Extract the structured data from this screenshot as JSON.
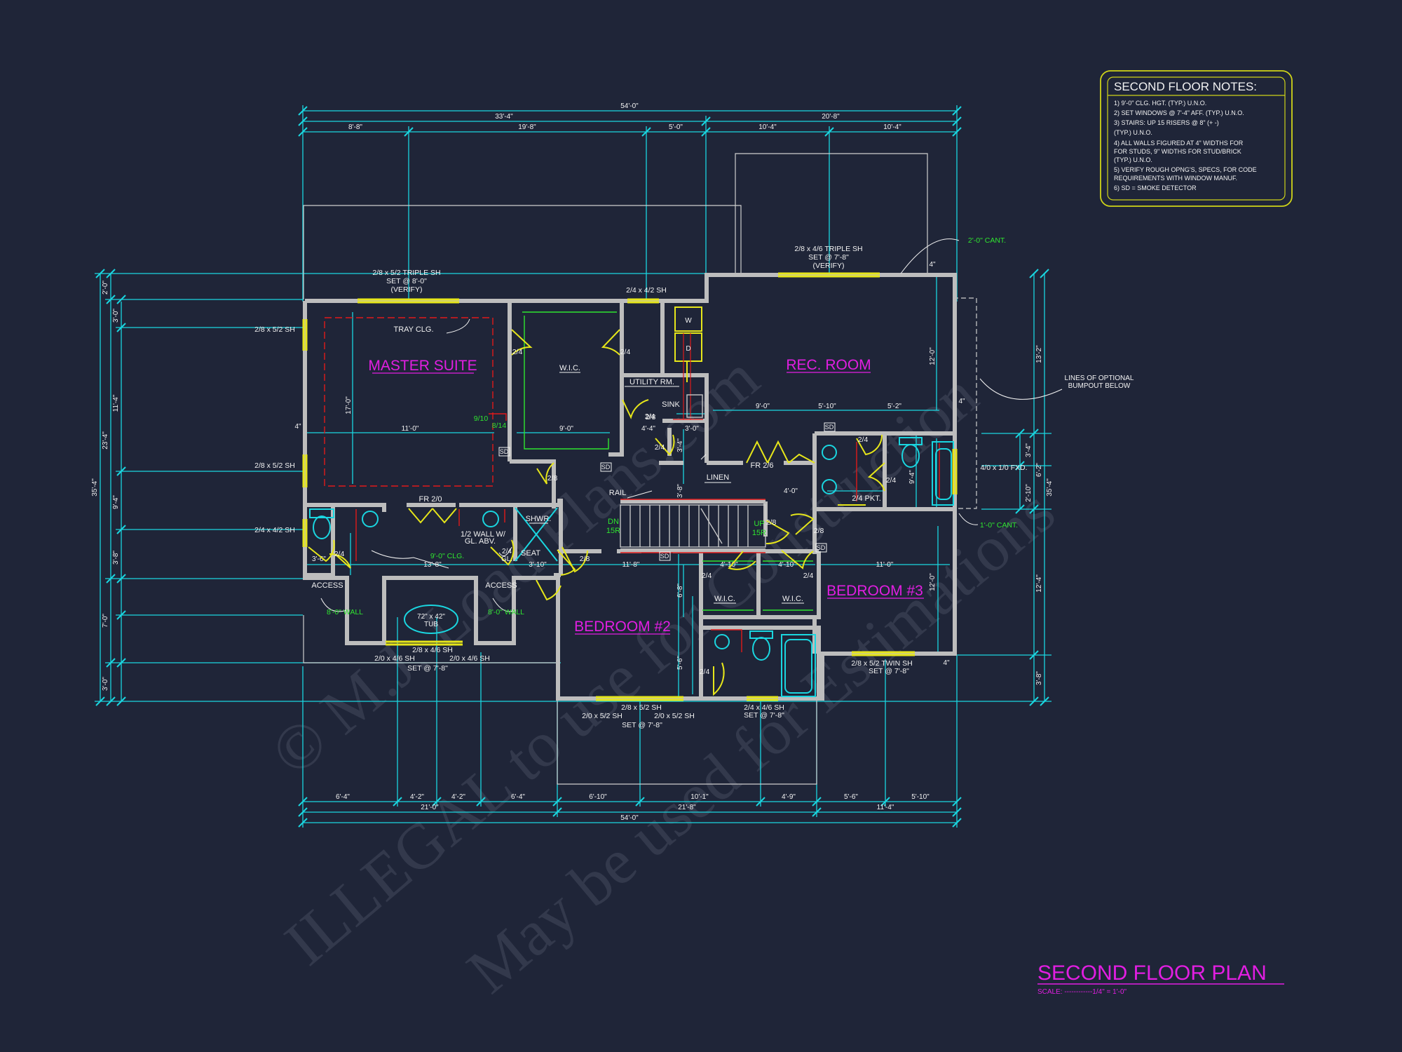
{
  "colors": {
    "background": "#1f2538",
    "dimension": "#1ad6e0",
    "wall": "#c8c8c8",
    "door": "#e6e61a",
    "room_label": "#e21ee2",
    "green_note": "#2fe52f",
    "red": "#e01a1a",
    "text": "#f2f2f2",
    "notes_border": "#cfd419"
  },
  "notes": {
    "title": "SECOND FLOOR NOTES:",
    "lines": [
      "1) 9'-0\" CLG. HGT. (TYP.) U.N.O.",
      "2) SET WINDOWS @ 7'-4\" AFF. (TYP.) U.N.O.",
      "3) STAIRS: UP 15 RISERS @ 8\" (+ -)",
      "   (TYP.) U.N.O.",
      "4) ALL WALLS FIGURED AT 4\" WIDTHS FOR",
      "   FOR STUDS, 9\" WIDTHS FOR STUD/BRICK",
      "   (TYP.) U.N.O.",
      "5) VERIFY ROUGH OPNG'S, SPECS, FOR CODE",
      "   REQUIREMENTS WITH WINDOW MANUF.",
      "6) SD = SMOKE DETECTOR"
    ]
  },
  "title": {
    "main": "SECOND FLOOR PLAN",
    "scale": "SCALE: ------------1/4\" = 1'-0\""
  },
  "rooms": {
    "master": "MASTER SUITE",
    "rec": "REC. ROOM",
    "bed2": "BEDROOM #2",
    "bed3": "BEDROOM #3"
  },
  "labels": {
    "wic1": "W.I.C.",
    "wic2": "W.I.C.",
    "wic3": "W.I.C.",
    "utility": "UTILITY RM.",
    "sink": "SINK",
    "linen": "LINEN",
    "tray": "TRAY CLG.",
    "rail": "RAIL",
    "fr20": "FR 2/0",
    "fr26": "FR 2/6",
    "halfwall1": "1/2 WALL W/",
    "halfwall2": "GL. ABV.",
    "shwr": "SHWR.",
    "seat": "SEAT",
    "access1": "ACCESS",
    "access2": "ACCESS",
    "tub1": "72\" x 42\"",
    "tub2": "TUB",
    "dn": "DN",
    "dn15": "15R",
    "up": "UP",
    "up15": "15R",
    "pkt": "2/4 PKT.",
    "bumpout1": "LINES OF OPTIONAL",
    "bumpout2": "BUMPOUT BELOW",
    "w": "W",
    "d": "D",
    "gl24": "2/4",
    "gl": "GL."
  },
  "green": {
    "cant2": "2'-0\" CANT.",
    "cant1": "1'-0\" CANT.",
    "wall8a": "8'-0\" WALL",
    "wall8b": "8'-0\" WALL",
    "clg9": "9'-0\" CLG.",
    "v910": "9/10",
    "v814": "8/14"
  },
  "windows": {
    "w1a": "2/8 x 5/2 TRIPLE SH",
    "w1b": "SET @ 8'-0\"",
    "w1c": "(VERIFY)",
    "w2": "2/4 x 4/2 SH",
    "w3a": "2/8 x 4/6 TRIPLE SH",
    "w3b": "SET @ 7'-8\"",
    "w3c": "(VERIFY)",
    "w4": "2/8 x 5/2 SH",
    "w5": "2/8 x 5/2 SH",
    "w6": "2/4 x 4/2 SH",
    "w7": "4/0 x 1/0 FXD.",
    "w8a": "2/8 x 4/6 SH",
    "w8b": "2/0 x 4/6 SH",
    "w8c": "2/0 x 4/6 SH",
    "w8d": "SET @ 7'-8\"",
    "w9a": "2/8 x 5/2 SH",
    "w9b": "2/0 x 5/2 SH",
    "w9c": "2/0 x 5/2 SH",
    "w9d": "SET @ 7'-8\"",
    "w10a": "2/4 x 4/6 SH",
    "w10b": "SET @ 7'-8\"",
    "w11a": "2/8 x 5/2 TWIN SH",
    "w11b": "SET @ 7'-8\""
  },
  "doors": [
    "2/4",
    "2/4",
    "2/8",
    "2/4",
    "2/8",
    "2/4",
    "2/4",
    "2/8",
    "2/8",
    "2/4",
    "2/4",
    "2/4",
    "2/4",
    "2/8",
    "2/4"
  ],
  "dims": {
    "top_total": "54'-0\"",
    "top_a": "33'-4\"",
    "top_b": "20'-8\"",
    "top_c": [
      "8'-8\"",
      "19'-8\"",
      "5'-0\"",
      "10'-4\"",
      "10'-4\""
    ],
    "bot_c": [
      "6'-4\"",
      "4'-2\"",
      "4'-2\"",
      "6'-4\"",
      "6'-10\"",
      "10'-1\"",
      "4'-9\"",
      "5'-6\"",
      "5'-10\""
    ],
    "bot_a": "21'-0\"",
    "bot_b": "21'-8\"",
    "bot_d": "11'-4\"",
    "bot_total": "54'-0\"",
    "left_total": "35'-4\"",
    "left_a": [
      "2'-0\"",
      "3'-0\"",
      "11'-4\"",
      "23'-4\"",
      "9'-4\"",
      "3'-8\"",
      "7'-0\"",
      "3'-0\""
    ],
    "right_total": "35'-4\"",
    "right_a": [
      "13'-2\"",
      "3'-4\"",
      "6'-2\"",
      "2'-10\"",
      "12'-4\"",
      "3'-8\""
    ],
    "inner": [
      "17'-0\"",
      "11'-0\"",
      "9'-0\"",
      "9'-0\"",
      "5'-10\"",
      "5'-2\"",
      "4'-4\"",
      "3'-0\"",
      "4'-0\"",
      "13'-8\"",
      "3'-10\"",
      "11'-8\"",
      "4'-10\"",
      "4'-10\"",
      "11'-0\"",
      "12'-0\"",
      "12'-0\"",
      "5'-6\"",
      "6'-8\"",
      "3'-6\"",
      "3'-8\"",
      "3'-4\"",
      "9'-4\"",
      "4\"",
      "4\"",
      "4\"",
      "4\""
    ],
    "sd": [
      "SD",
      "SD",
      "SD",
      "SD",
      "SD"
    ]
  },
  "watermark": {
    "l1": "© M.J. Load Plans.com",
    "l2": "ILLEGAL to use for Construction",
    "l3": "May be used for Estimations"
  }
}
